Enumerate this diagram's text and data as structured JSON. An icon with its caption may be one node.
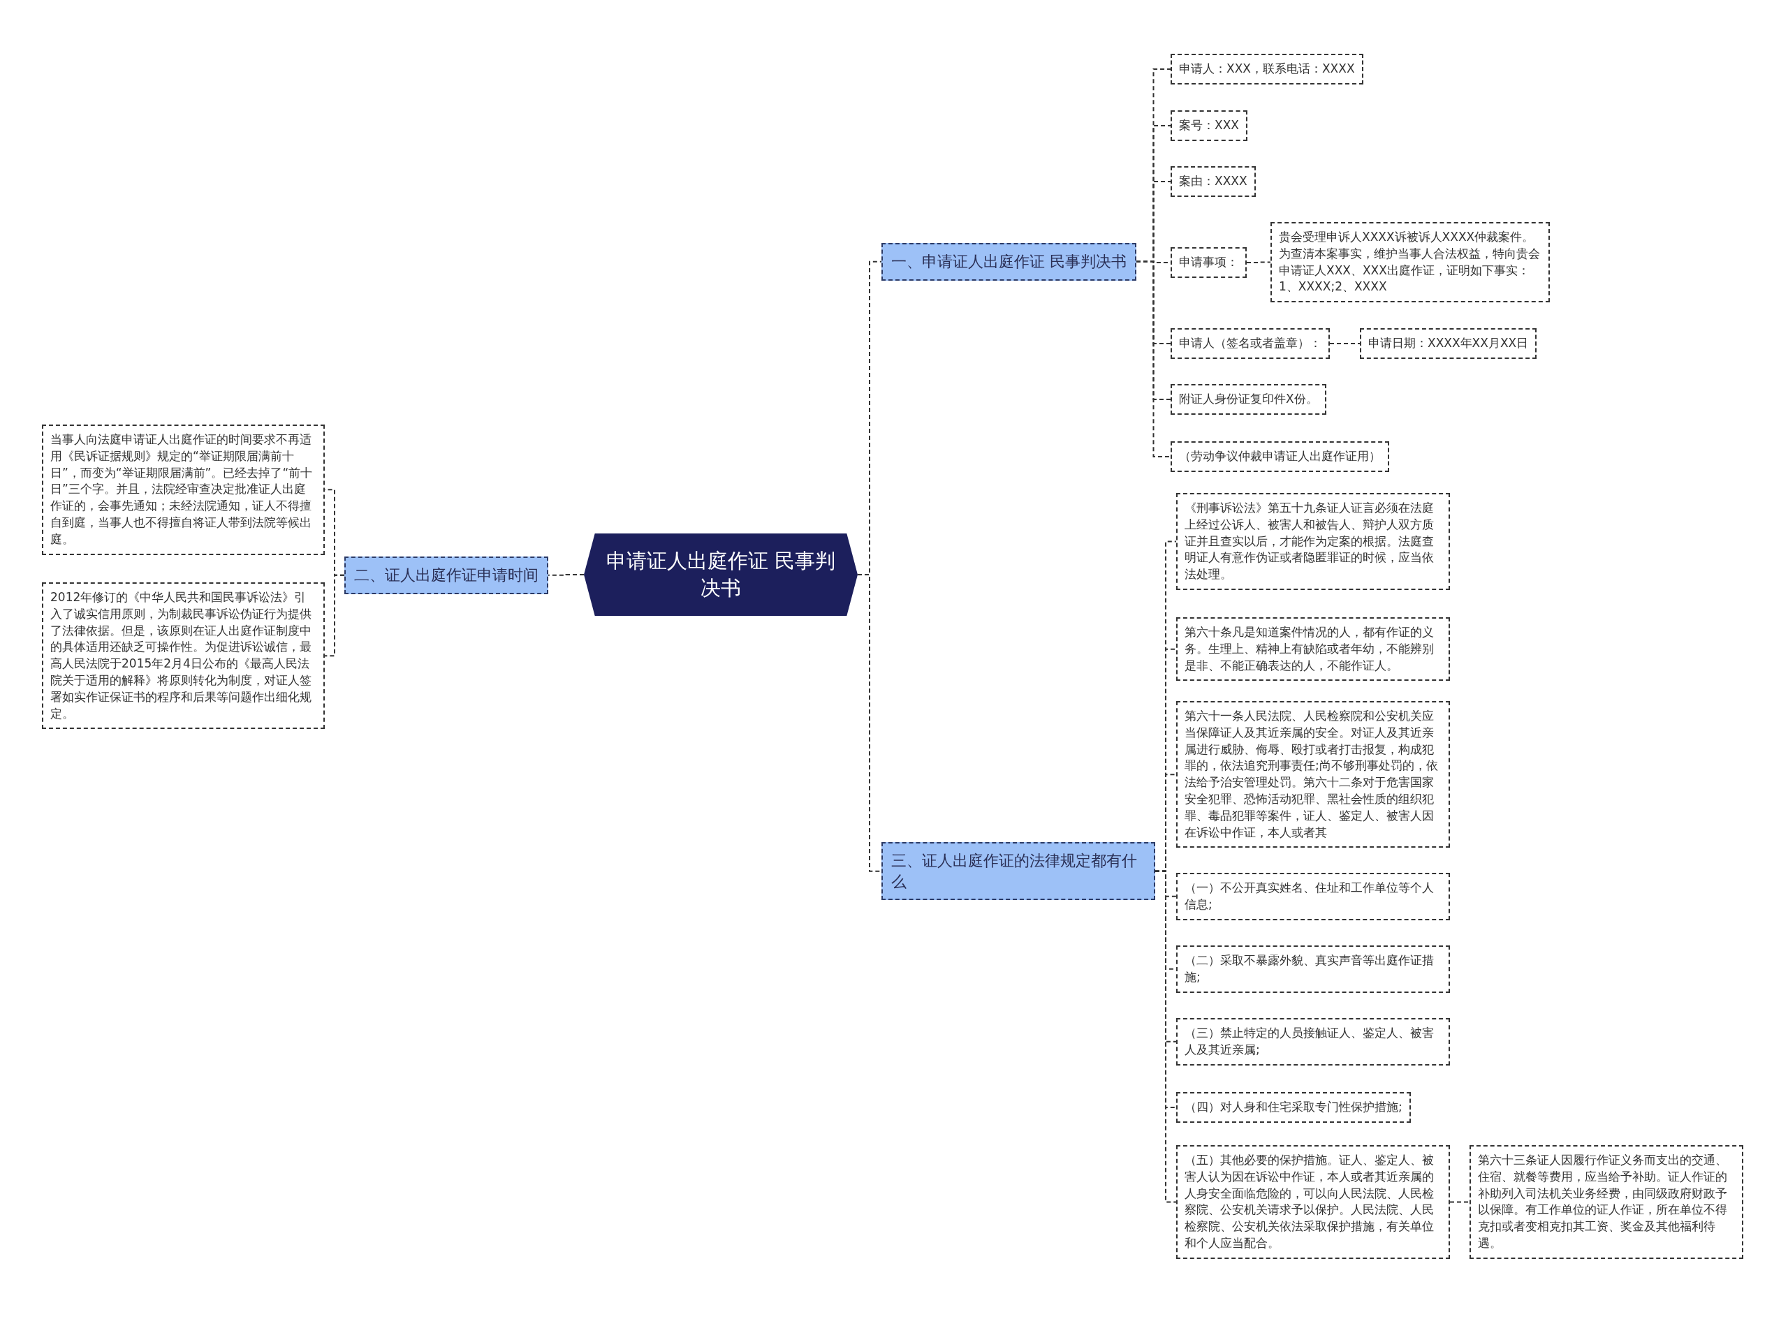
{
  "diagram": {
    "nodes": [
      {
        "text": [
          "申请证人出庭作证 民事判决书"
        ]
      },
      {
        "text": [
          "一、申请证人出庭作证 民事判决书"
        ]
      },
      {
        "text": [
          "申请人：XXX，联系电话：XXXX"
        ]
      },
      {
        "text": [
          "案号：XXX"
        ]
      },
      {
        "text": [
          "案由：XXXX"
        ]
      },
      {
        "text": [
          "申请事项："
        ]
      },
      {
        "text": [
          "贵会受理申诉人XXXX诉被诉人XXXX仲裁案件。为查清本案事实，维护当事人合法权益，特向贵会申请证人XXX、XXX出庭作证，证明如下事实：1、XXXX;2、XXXX"
        ]
      },
      {
        "text": [
          "申请人（签名或者盖章）："
        ]
      },
      {
        "text": [
          "申请日期：XXXX年XX月XX日"
        ]
      },
      {
        "text": [
          "附证人身份证复印件X份。"
        ]
      },
      {
        "text": [
          "（劳动争议仲裁申请证人出庭作证用）"
        ]
      },
      {
        "text": [
          "二、证人出庭作证申请时间"
        ]
      },
      {
        "text": [
          "当事人向法庭申请证人出庭作证的时间要求不再适用《民诉证据规则》规定的“举证期限届满前十日”，而变为“举证期限届满前”。已经去掉了“前十日”三个字。并且，法院经审查决定批准证人出庭作证的，会事先通知；未经法院通知，证人不得擅自到庭，当事人也不得擅自将证人带到法院等候出庭。"
        ]
      },
      {
        "text": [
          "2012年修订的《中华人民共和国民事诉讼法》引入了诚实信用原则，为制裁民事诉讼伪证行为提供了法律依据。但是，该原则在证人出庭作证制度中的具体适用还缺乏可操作性。为促进诉讼诚信，最高人民法院于2015年2月4日公布的《最高人民法院关于适用的解释》将原则转化为制度，对证人签署如实作证保证书的程序和后果等问题作出细化规定。"
        ]
      },
      {
        "text": [
          "三、证人出庭作证的法律规定都有什么"
        ]
      },
      {
        "text": [
          "《刑事诉讼法》第五十九条证人证言必须在法庭上经过公诉人、被害人和被告人、辩护人双方质证并且查实以后，才能作为定案的根据。法庭查明证人有意作伪证或者隐匿罪证的时候，应当依法处理。"
        ]
      },
      {
        "text": [
          "第六十条凡是知道案件情况的人，都有作证的义务。生理上、精神上有缺陷或者年幼，不能辨别是非、不能正确表达的人，不能作证人。"
        ]
      },
      {
        "text": [
          "第六十一条人民法院、人民检察院和公安机关应当保障证人及其近亲属的安全。对证人及其近亲属进行威胁、侮辱、殴打或者打击报复，构成犯罪的，依法追究刑事责任;尚不够刑事处罚的，依法给予治安管理处罚。第六十二条对于危害国家安全犯罪、恐怖活动犯罪、黑社会性质的组织犯罪、毒品犯罪等案件，证人、鉴定人、被害人因在诉讼中作证，本人或者其"
        ]
      },
      {
        "text": [
          "（一）不公开真实姓名、住址和工作单位等个人信息;"
        ]
      },
      {
        "text": [
          "（二）采取不暴露外貌、真实声音等出庭作证措施;"
        ]
      },
      {
        "text": [
          "（三）禁止特定的人员接触证人、鉴定人、被害人及其近亲属;"
        ]
      },
      {
        "text": [
          "（四）对人身和住宅采取专门性保护措施;"
        ]
      },
      {
        "text": [
          "（五）其他必要的保护措施。证人、鉴定人、被害人认为因在诉讼中作证，本人或者其近亲属的人身安全面临危险的，可以向人民法院、人民检察院、公安机关请求予以保护。人民法院、人民检察院、公安机关依法采取保护措施，有关单位和个人应当配合。"
        ]
      },
      {
        "text": [
          "第六十三条证人因履行作证义务而支出的交通、住宿、就餐等费用，应当给予补助。证人作证的补助列入司法机关业务经费，由同级政府财政予以保障。有工作单位的证人作证，所在单位不得克扣或者变相克扣其工资、奖金及其他福利待遇。"
        ]
      }
    ],
    "edges": [
      {
        "from": 0,
        "to": 1,
        "arrow": "none"
      },
      {
        "from": 1,
        "to": 2,
        "arrow": "none"
      },
      {
        "from": 1,
        "to": 3,
        "arrow": "none"
      },
      {
        "from": 1,
        "to": 4,
        "arrow": "none"
      },
      {
        "from": 1,
        "to": 5,
        "arrow": "none"
      },
      {
        "from": 5,
        "to": 6,
        "arrow": "none"
      },
      {
        "from": 1,
        "to": 7,
        "arrow": "none"
      },
      {
        "from": 7,
        "to": 8,
        "arrow": "none"
      },
      {
        "from": 1,
        "to": 9,
        "arrow": "none"
      },
      {
        "from": 1,
        "to": 10,
        "arrow": "none"
      },
      {
        "from": 0,
        "to": 11,
        "arrow": "none"
      },
      {
        "from": 11,
        "to": 12,
        "arrow": "none"
      },
      {
        "from": 11,
        "to": 13,
        "arrow": "none"
      },
      {
        "from": 0,
        "to": 14,
        "arrow": "none"
      },
      {
        "from": 14,
        "to": 15,
        "arrow": "none"
      },
      {
        "from": 14,
        "to": 16,
        "arrow": "none"
      },
      {
        "from": 14,
        "to": 17,
        "arrow": "none"
      },
      {
        "from": 14,
        "to": 18,
        "arrow": "none"
      },
      {
        "from": 14,
        "to": 19,
        "arrow": "none"
      },
      {
        "from": 14,
        "to": 20,
        "arrow": "none"
      },
      {
        "from": 14,
        "to": 21,
        "arrow": "none"
      },
      {
        "from": 14,
        "to": 22,
        "arrow": "none"
      },
      {
        "from": 22,
        "to": 23,
        "arrow": "none"
      }
    ]
  }
}
